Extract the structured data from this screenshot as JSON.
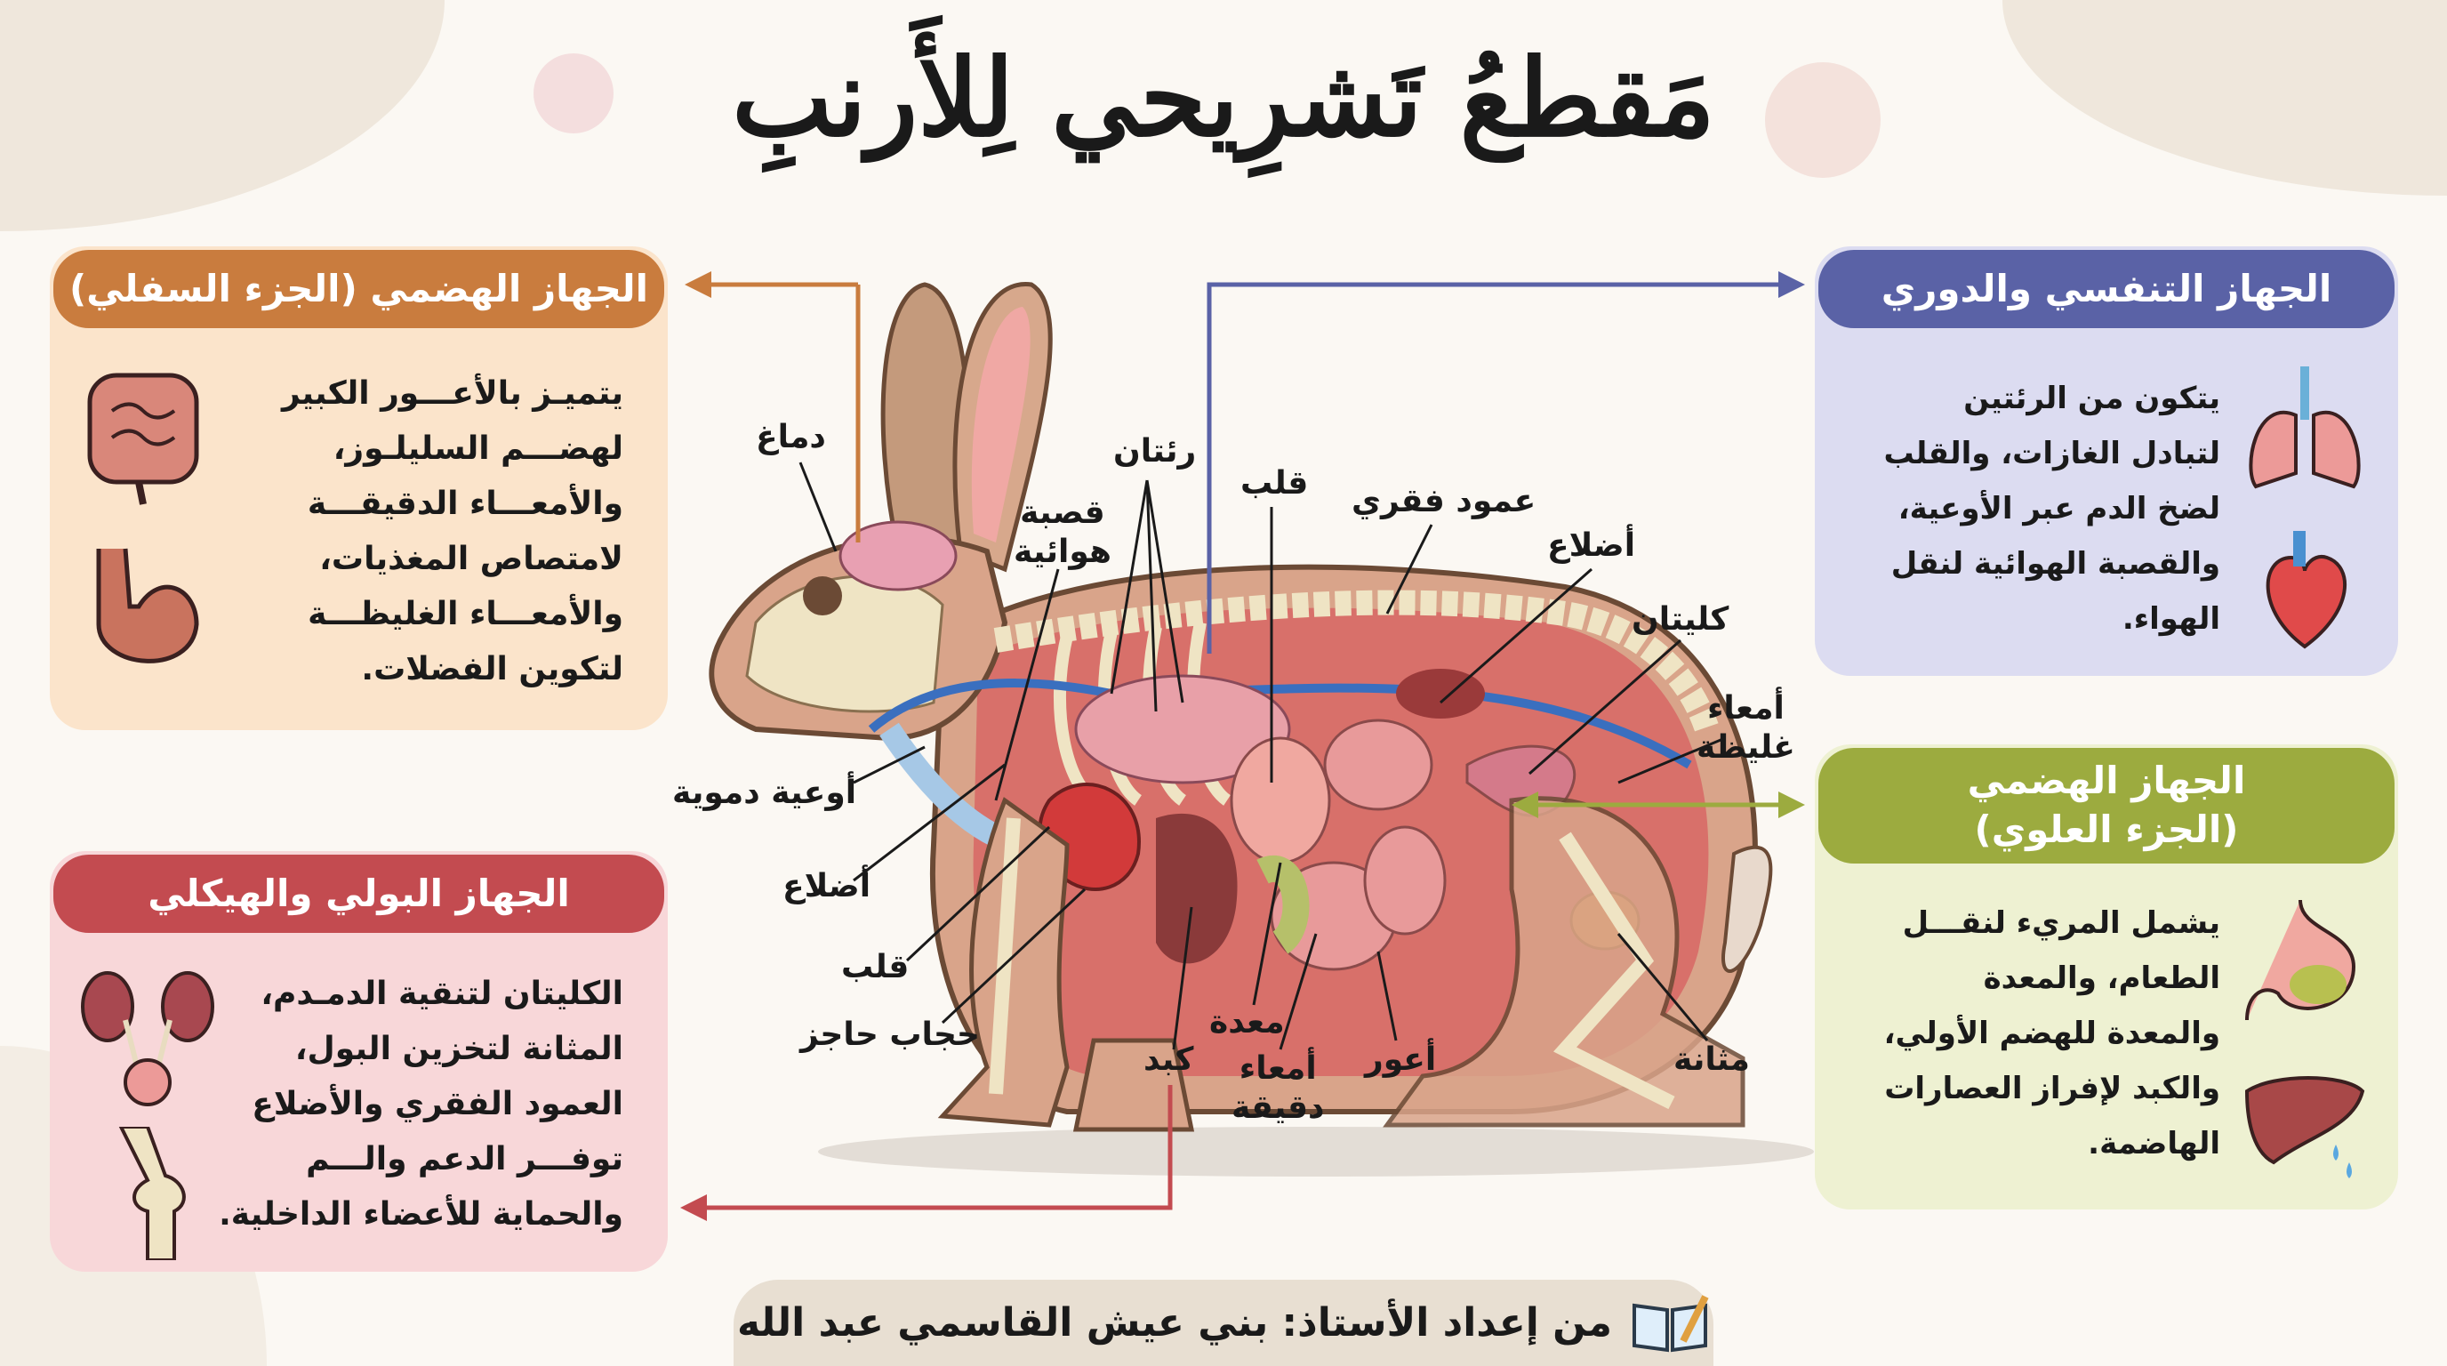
{
  "title": "مَقطعُ تَشرِيحي لِلأَرنبِ",
  "panels": {
    "digestive_lower": {
      "title": "الجهاز الهضمي (الجزء السفلي)",
      "lines": [
        "يتميـز بالأعـــور الكبير",
        "لهضـــم السليلـوز،",
        "والأمعـــاء الدقيقـــة",
        "لامتصاص المغذيات،",
        "والأمعـــاء الغليظـــة",
        "لتكوين الفضلات."
      ],
      "header_color": "#c97c3e",
      "bg_color": "#fbe4cb"
    },
    "respiratory_circulatory": {
      "title": "الجهاز التنفسي والدوري",
      "lines": [
        "يتكون من الرئتين",
        "لتبادل الغازات، والقلب",
        "لضخ الدم عبر الأوعية،",
        "والقصبة الهوائية لنقل",
        "الهواء."
      ],
      "header_color": "#5a62a6",
      "bg_color": "#dcdcf1"
    },
    "digestive_upper": {
      "title_line1": "الجهاز الهضمي",
      "title_line2": "(الجزء العلوي)",
      "lines": [
        "يشمل المريء لنقـــل",
        "الطعام، والمعدة",
        "والمعدة للهضم الأولي،",
        "والكبد لإفراز العصارات",
        "الهاضمة."
      ],
      "header_color": "#9cab3f",
      "bg_color": "#eef1d2"
    },
    "urinary_skeletal": {
      "title": "الجهاز البولي والهيكلي",
      "lines": [
        "الكليتان لتنقية الدمـدم،",
        "المثانة لتخزين البول،",
        "العمود الفقري والأضلاع",
        "توفـــر الدعم والـــم",
        "والحماية للأعضاء الداخلية."
      ],
      "header_color": "#c34b50",
      "bg_color": "#f8d7d9"
    }
  },
  "labels": {
    "brain": "دماغ",
    "trachea_1": "قصبة",
    "trachea_2": "هوائية",
    "lungs": "رئتان",
    "heart_top": "قلب",
    "spine": "عمود فقري",
    "ribs_top": "أضلاع",
    "kidneys": "كليتان",
    "large_intestine_1": "أمعاء",
    "large_intestine_2": "غليظة",
    "bladder": "مثانة",
    "cecum": "أعور",
    "small_intestine_1": "أمعاء",
    "small_intestine_2": "دقيقة",
    "stomach": "معدة",
    "liver": "كبد",
    "diaphragm": "حجاب حاجز",
    "heart_bottom": "قلب",
    "ribs_bottom": "أضلاع",
    "blood_vessels": "أوعية دموية"
  },
  "footer": {
    "text": "من إعداد الأستاذ: بني عيش القاسمي عبد الله",
    "icon": "book-pencil-icon"
  }
}
